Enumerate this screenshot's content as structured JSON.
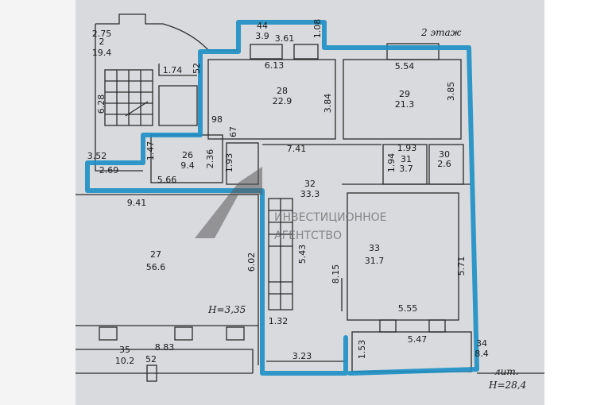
{
  "floor_label": "2 этаж",
  "rooms": [
    {
      "number": "2",
      "area": "19.4"
    },
    {
      "number": "26",
      "area": "9.4"
    },
    {
      "number": "27",
      "area": "56.6"
    },
    {
      "number": "28",
      "area": "22.9"
    },
    {
      "number": "29",
      "area": "21.3"
    },
    {
      "number": "30",
      "area": "2.6"
    },
    {
      "number": "31",
      "area": "3.7"
    },
    {
      "number": "32",
      "area": "33.3"
    },
    {
      "number": "33",
      "area": "31.7"
    },
    {
      "number": "34",
      "area": "8.4"
    },
    {
      "number": "35",
      "area": "10.2"
    },
    {
      "number": "44",
      "area": "3.9"
    }
  ],
  "dimensions": [
    "2.75",
    "1.74",
    "52",
    "6.28",
    "3.52",
    "2.69",
    "1.47",
    "2.36",
    "1.93",
    "5.66",
    "98",
    "67",
    "6.13",
    "3.84",
    "3.61",
    "1.08",
    "7.41",
    "5.54",
    "3.85",
    "1.93",
    "1.94",
    "9.41",
    "6.02",
    "5.43",
    "8.15",
    "5.71",
    "1.32",
    "5.55",
    "8.83",
    "52",
    "3.23",
    "1.53",
    "5.47"
  ],
  "height_labels": [
    "H=3,35",
    "лит.",
    "H=28,4"
  ],
  "watermark": {
    "line1": "ИНВЕСТИЦИОННОЕ",
    "line2": "АГЕНТСТВО"
  },
  "colors": {
    "outline": "#1b8fc4",
    "paper": "#d9dadd"
  }
}
